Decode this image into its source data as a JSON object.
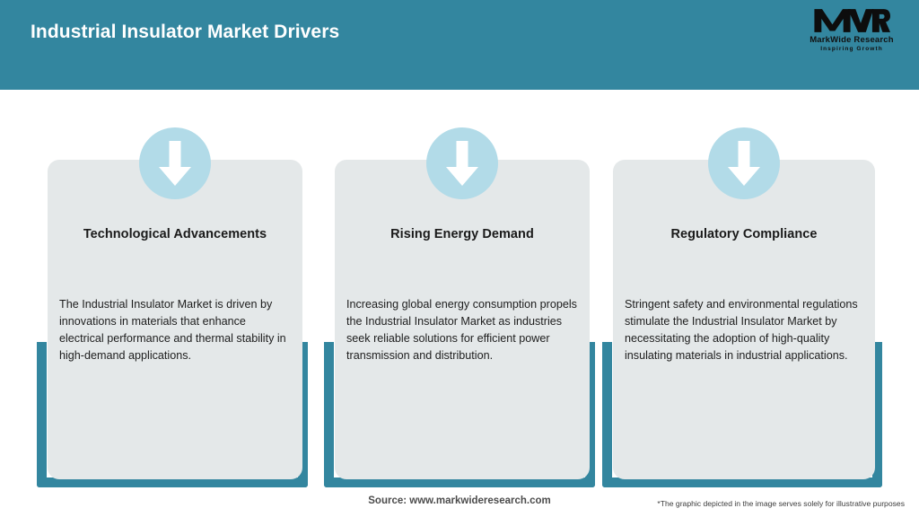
{
  "header": {
    "title": "Industrial Insulator Market Drivers",
    "background_color": "#33869f",
    "title_color": "#ffffff"
  },
  "logo": {
    "mark": "MWR",
    "name": "MarkWide Research",
    "tagline": "Inspiring Growth"
  },
  "theme": {
    "accent_teal": "#33869f",
    "card_grey": "#e4e8e9",
    "icon_circle_blue": "#b2dbe8",
    "arrow_white": "#ffffff"
  },
  "cards": [
    {
      "icon": "arrow-down-icon",
      "title": "Technological Advancements",
      "body": "The Industrial Insulator Market is driven by innovations in materials that enhance electrical performance and thermal stability in high-demand applications."
    },
    {
      "icon": "arrow-down-icon",
      "title": "Rising Energy Demand",
      "body": "Increasing global energy consumption propels the Industrial Insulator Market as industries seek reliable solutions for efficient power transmission and distribution."
    },
    {
      "icon": "arrow-down-icon",
      "title": "Regulatory Compliance",
      "body": "Stringent safety and environmental regulations stimulate the Industrial Insulator Market by necessitating the adoption of high-quality insulating materials in industrial applications."
    }
  ],
  "footer": {
    "source": "Source: www.markwideresearch.com",
    "disclaimer": "*The graphic depicted in the image serves solely for illustrative purposes"
  }
}
